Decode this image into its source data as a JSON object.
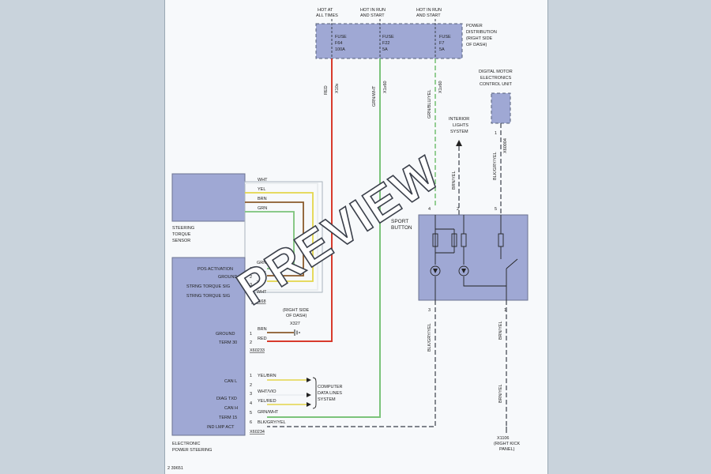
{
  "diagram": {
    "figure_id": "2 39651",
    "watermark": "PREVIEW",
    "fuse_feeds": [
      {
        "label_l1": "HOT AT",
        "label_l2": "ALL TIMES",
        "fuse_l1": "FUSE",
        "fuse_l2": "F64",
        "fuse_l3": "100A",
        "pin": "X10x",
        "wire": "RED"
      },
      {
        "label_l1": "HOT IN RUN",
        "label_l2": "AND START",
        "fuse_l1": "FUSE",
        "fuse_l2": "F22",
        "fuse_l3": "5A",
        "pin": "X1x60",
        "wire": "GRN/WHT"
      },
      {
        "label_l1": "HOT IN RUN",
        "label_l2": "AND START",
        "fuse_l1": "FUSE",
        "fuse_l2": "F7",
        "fuse_l3": "5A",
        "pin": "X1x60",
        "wire": "GRN/BLU/YEL"
      }
    ],
    "power_distribution": {
      "l1": "POWER",
      "l2": "DISTRIBUTION",
      "l3": "(RIGHT SIDE",
      "l4": "OF DASH)"
    },
    "dme": {
      "l1": "DIGITAL MOTOR",
      "l2": "ELECTRONICS",
      "l3": "CONTROL UNIT",
      "pin": "1",
      "connector": "X60004",
      "wire": "BLK/GRY/YEL"
    },
    "interior_lights": {
      "l1": "INTERIOR",
      "l2": "LIGHTS",
      "l3": "SYSTEM"
    },
    "sport_button": {
      "label_l1": "SPORT",
      "label_l2": "BUTTON",
      "pins_top": [
        "4",
        "2",
        "5"
      ],
      "pin_bottom_left": "3",
      "pin_bottom_right": "1",
      "wire_2": "BRN/YEL"
    },
    "torque_sensor": {
      "l1": "STEERING",
      "l2": "TORQUE",
      "l3": "SENSOR",
      "wires": [
        "WHT",
        "YEL",
        "BRN",
        "GRN"
      ]
    },
    "eps": {
      "l1": "ELECTRONIC",
      "l2": "POWER STEERING",
      "sensor_pins": [
        {
          "label": "POS ACTIVATION",
          "pin": "1",
          "wire": "GRN"
        },
        {
          "label": "GROUND",
          "pin": "2",
          "wire": "BRN"
        },
        {
          "label": "STRNG TORQUE SIG",
          "pin": "3",
          "wire": "YEL"
        },
        {
          "label": "STRNG TORQUE SIG",
          "pin": "4",
          "wire": "WHT"
        }
      ],
      "sensor_connector": "X01168",
      "power_pins": [
        {
          "label": "GROUND",
          "pin": "1",
          "wire": "BRN"
        },
        {
          "label": "TERM 30",
          "pin": "2",
          "wire": "RED"
        }
      ],
      "power_connector": "X60233",
      "ground_note_l1": "(RIGHT SIDE",
      "ground_note_l2": "OF DASH)",
      "ground_ref": "X327",
      "data_pins": [
        {
          "label": "CAN L",
          "pin": "1",
          "wire": "YEL/BRN"
        },
        {
          "label": "",
          "pin": "2",
          "wire": ""
        },
        {
          "label": "DIAG TXD",
          "pin": "3",
          "wire": "WHT/VIO"
        },
        {
          "label": "CAN H",
          "pin": "4",
          "wire": "YEL/RED"
        },
        {
          "label": "TERM 15",
          "pin": "5",
          "wire": "GRN/WHT"
        },
        {
          "label": "IND LMP ACT",
          "pin": "6",
          "wire": "BLK/GRY/YEL"
        }
      ],
      "data_connector": "X60234",
      "data_system": {
        "l1": "COMPUTER",
        "l2": "DATA LINES",
        "l3": "SYSTEM"
      }
    },
    "kick_panel": {
      "ref": "X1106",
      "l1": "(RIGHT KICK",
      "l2": "PANEL)",
      "wire": "BRN/YEL"
    }
  },
  "colors": {
    "red": "#d83a2c",
    "green": "#7bc37a",
    "yellow": "#e4d64a",
    "brown": "#8a5a2b",
    "white": "#e9ecef",
    "dark": "#3a3f4a",
    "box": "#9fa8d4"
  }
}
